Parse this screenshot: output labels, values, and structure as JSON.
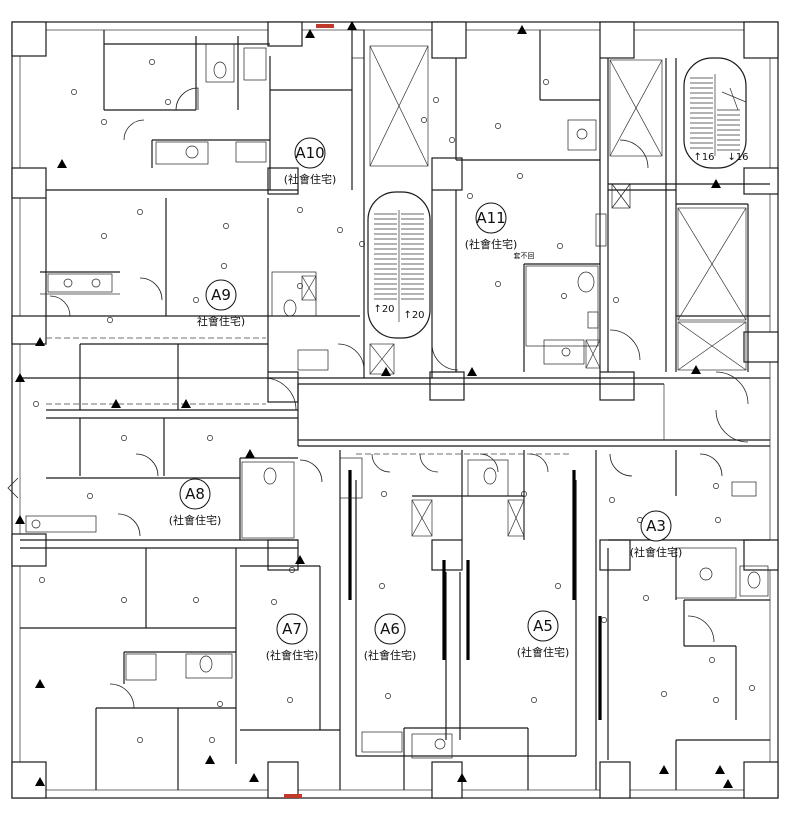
{
  "units": [
    {
      "id": "A10",
      "type": "(社會住宅)"
    },
    {
      "id": "A11",
      "type": "(社會住宅)"
    },
    {
      "id": "A9",
      "type": "社會住宅)"
    },
    {
      "id": "A8",
      "type": "(社會住宅)"
    },
    {
      "id": "A7",
      "type": "(社會住宅)"
    },
    {
      "id": "A6",
      "type": "(社會住宅)"
    },
    {
      "id": "A5",
      "type": "(社會住宅)"
    },
    {
      "id": "A3",
      "type": "(社會住宅)"
    }
  ],
  "stairs": {
    "center_stair_left": "↑20",
    "center_stair_right": "↑20",
    "ne_stair_left": "↑16",
    "ne_stair_right": "↓16"
  },
  "notes": {
    "shower_note": "套不回"
  },
  "colors": {
    "line": "#1a1a1a",
    "background": "#ffffff",
    "marker": "#c0392b"
  }
}
